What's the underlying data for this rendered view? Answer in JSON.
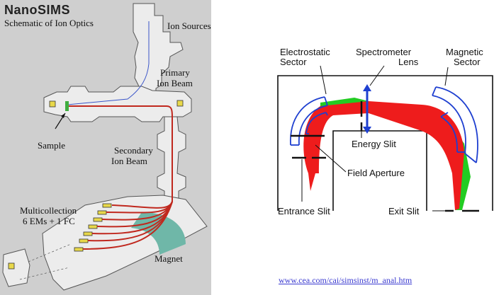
{
  "left": {
    "title": "NanoSIMS",
    "subtitle": "Schematic of Ion Optics",
    "labels": {
      "ion_sources": "Ion Sources",
      "primary_1": "Primary",
      "primary_2": "Ion Beam",
      "sample": "Sample",
      "secondary_1": "Secondary",
      "secondary_2": "Ion Beam",
      "multi_1": "Multicollection",
      "multi_2": "6 EMs + 1 FC",
      "magnet": "Magnet"
    }
  },
  "right": {
    "labels": {
      "electrostatic_1": "Electrostatic",
      "electrostatic_2": "Sector",
      "spectrometer_1": "Spectrometer",
      "spectrometer_2": "Lens",
      "magnetic_1": "Magnetic",
      "magnetic_2": "Sector",
      "energy_slit": "Energy Slit",
      "field_aperture": "Field Aperture",
      "entrance_slit": "Entrance Slit",
      "exit_slit": "Exit Slit"
    }
  },
  "source_link": "www.cea.com/cai/simsinst/m_anal.htm",
  "colors": {
    "panel_bg": "#cfcfcf",
    "beam_red": "#ee1c1c",
    "beam_green": "#22cc22",
    "sector_blue": "#1e3fd0",
    "magnet_teal": "#6fb7a8",
    "detector_yellow": "#e8d84a"
  }
}
